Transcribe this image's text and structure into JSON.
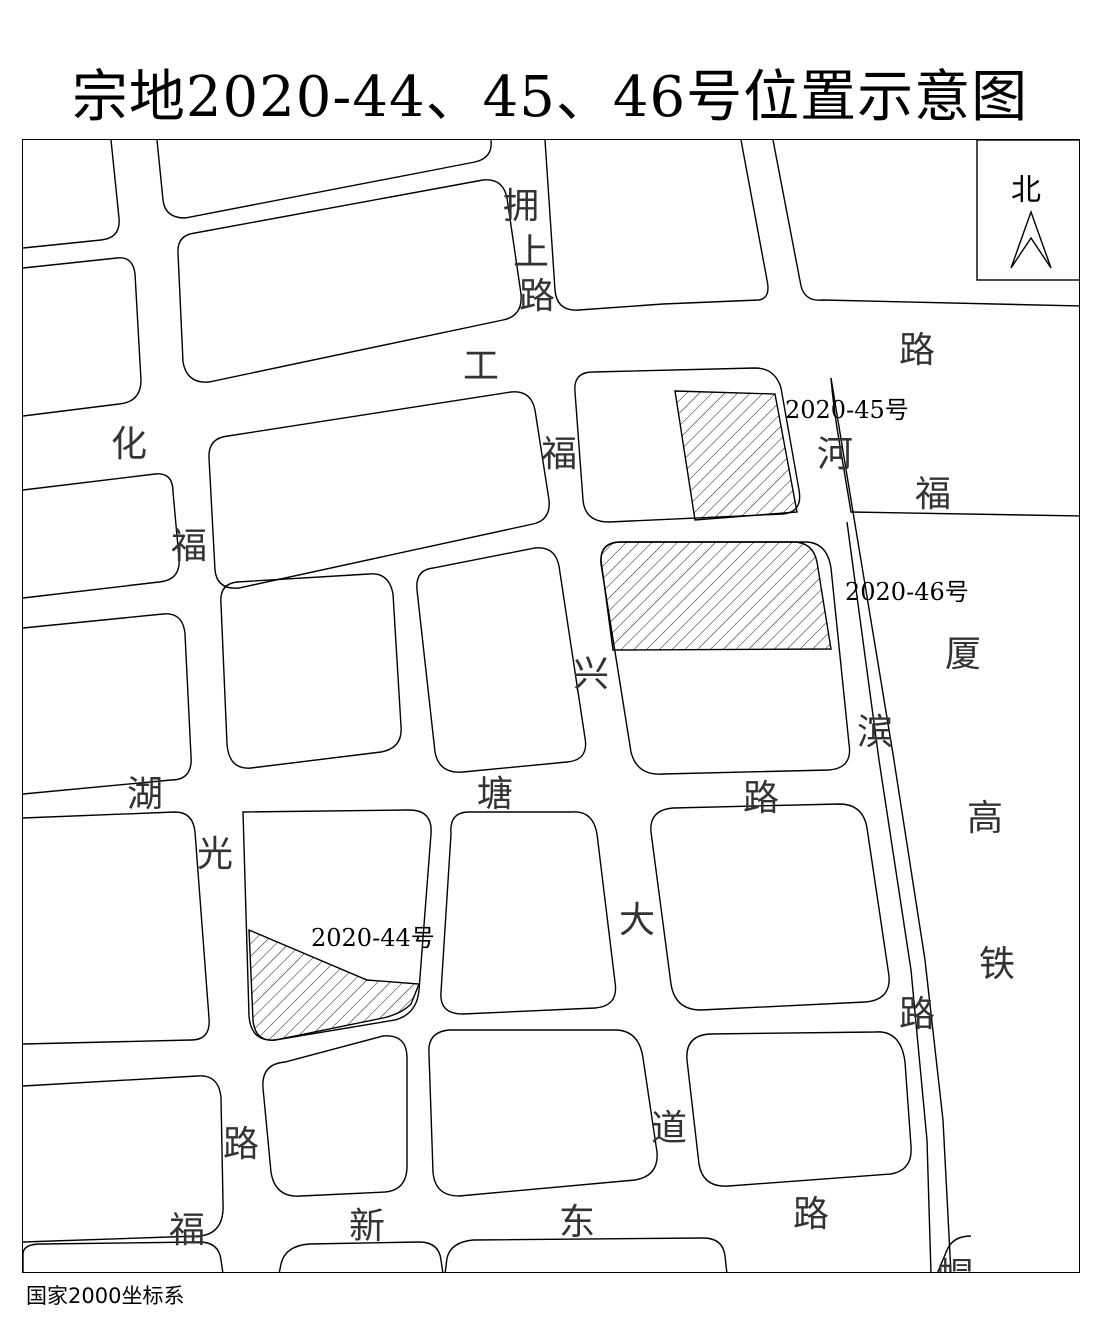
{
  "title": "宗地2020-44、45、46号位置示意图",
  "crs_note": "国家2000坐标系",
  "north_arrow": {
    "label": "北"
  },
  "parcels": [
    {
      "id": "parcel-45",
      "label": "2020-45号"
    },
    {
      "id": "parcel-46",
      "label": "2020-46号"
    },
    {
      "id": "parcel-44",
      "label": "2020-44号"
    }
  ],
  "roads": {
    "yongshang": [
      "拥",
      "上",
      "路"
    ],
    "gongfu": [
      "工",
      "福",
      "路"
    ],
    "huahu": [
      "化",
      "福",
      "湖",
      "光",
      "路"
    ],
    "xingtang": [
      "兴",
      "塘",
      "路"
    ],
    "hefu": [
      "河",
      "福",
      "路"
    ],
    "xiabin": [
      "厦",
      "滨",
      "高",
      "铁"
    ],
    "datang": [
      "大",
      "道",
      "路"
    ],
    "fuxin": [
      "福",
      "新",
      "东",
      "路"
    ],
    "partial_bottom": [
      "帽"
    ]
  },
  "colors": {
    "line": "#000000",
    "label": "#333333",
    "hatch": "#000000"
  }
}
